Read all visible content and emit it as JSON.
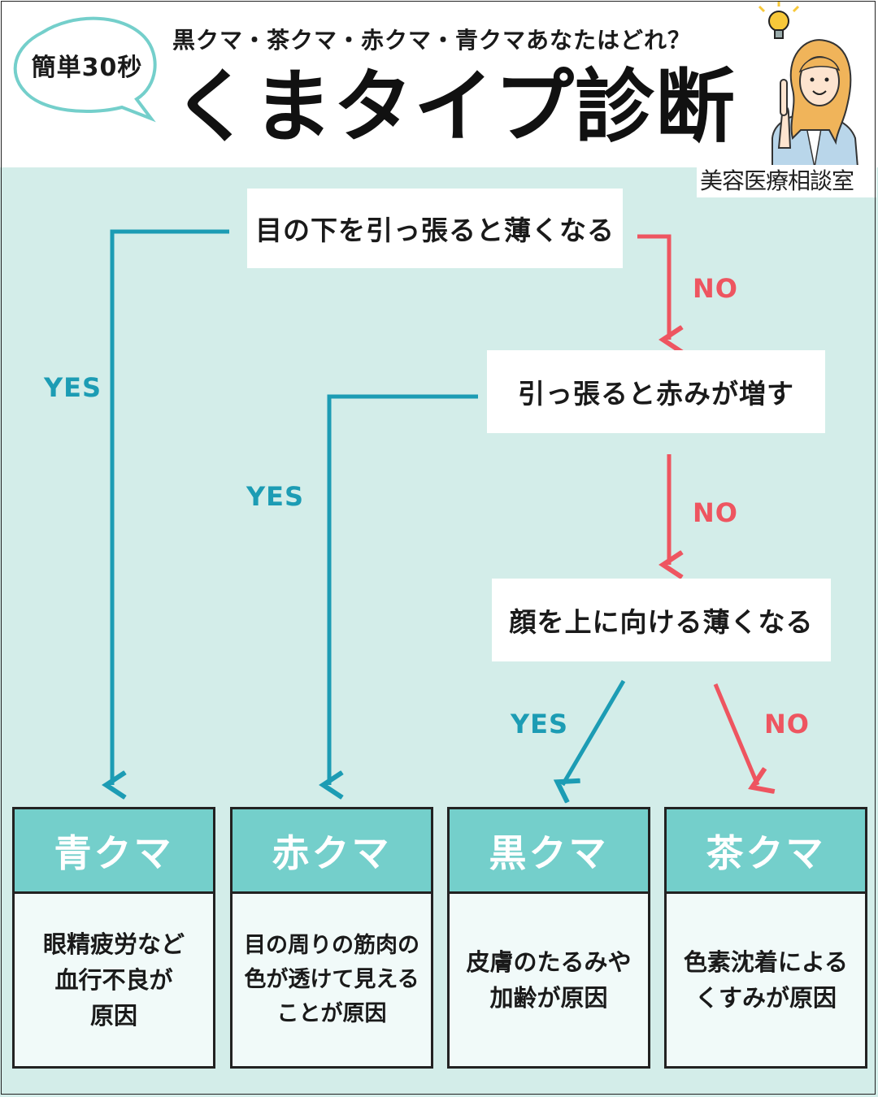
{
  "header": {
    "badge": "簡単30秒",
    "subtitle": "黒クマ・茶クマ・赤クマ・青クマあなたはどれ？",
    "title": "くまタイプ診断",
    "clinic": "美容医療相談室"
  },
  "questions": [
    {
      "text": "目の下を引っ張ると薄くなる"
    },
    {
      "text": "引っ張ると赤みが増す"
    },
    {
      "text": "顔を上に向ける薄くなる"
    }
  ],
  "labels": {
    "yes": "YES",
    "no": "NO"
  },
  "results": [
    {
      "name": "青クマ",
      "lines": [
        "眼精疲労など",
        "血行不良が",
        "原因"
      ]
    },
    {
      "name": "赤クマ",
      "lines": [
        "目の周りの筋肉の",
        "色が透けて見える",
        "ことが原因"
      ]
    },
    {
      "name": "黒クマ",
      "lines": [
        "皮膚のたるみや",
        "加齢が原因"
      ]
    },
    {
      "name": "茶クマ",
      "lines": [
        "色素沈着による",
        "くすみが原因"
      ]
    }
  ],
  "colors": {
    "yes": "#1c9cb4",
    "no": "#ee5560",
    "panel": "#d3ede9",
    "result_header": "#74cfcb"
  }
}
